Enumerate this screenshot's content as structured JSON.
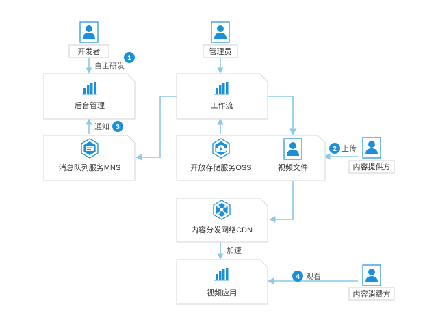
{
  "colors": {
    "accent": "#1a90d8",
    "line": "#8cc8e8",
    "border": "#d6d6d6"
  },
  "actors": {
    "developer": "开发者",
    "admin": "管理员",
    "content_provider": "内容提供方",
    "content_consumer": "内容消费方"
  },
  "nodes": {
    "backend": "后台管理",
    "workflow": "工作流",
    "mns": "消息队列服务MNS",
    "oss": "开放存储服务OSS",
    "video_file": "视频文件",
    "cdn": "内容分发网络CDN",
    "video_app": "视频应用"
  },
  "edges": {
    "self_develop": "自主研发",
    "notify": "通知",
    "upload": "上传",
    "accelerate": "加速",
    "watch": "观看"
  },
  "badges": {
    "b1": "1",
    "b2": "2",
    "b3": "3",
    "b4": "4"
  },
  "icons": {
    "person": "person-icon",
    "chart": "bar-chart-icon",
    "message": "message-icon",
    "storage": "cloud-storage-icon",
    "network": "network-icon"
  }
}
